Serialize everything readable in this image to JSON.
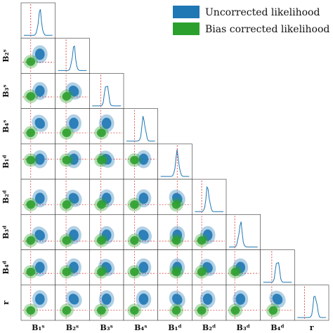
{
  "chart_data": {
    "type": "corner",
    "parameters": [
      {
        "key": "B1s",
        "label": "B₁ˢ"
      },
      {
        "key": "B2s",
        "label": "B₂ˢ"
      },
      {
        "key": "B3s",
        "label": "B₃ˢ"
      },
      {
        "key": "B4s",
        "label": "B₄ˢ"
      },
      {
        "key": "B1d",
        "label": "B₁ᵈ"
      },
      {
        "key": "B2d",
        "label": "B₂ᵈ"
      },
      {
        "key": "B3d",
        "label": "B₃ᵈ"
      },
      {
        "key": "B4d",
        "label": "B₄ᵈ"
      },
      {
        "key": "r",
        "label": "r"
      }
    ],
    "series": [
      {
        "name": "Uncorrected likelihood",
        "color": "#1f77b4",
        "means": [
          0.56,
          0.55,
          0.5,
          0.6,
          0.58,
          0.45,
          0.4,
          0.5,
          0.62
        ]
      },
      {
        "name": "Bias corrected likelihood",
        "color": "#2ca02c",
        "means": [
          0.24,
          0.3,
          0.32,
          0.28,
          0.55,
          0.24,
          0.22,
          0.35,
          0.24
        ]
      }
    ],
    "truth_color": "#d62728",
    "truth": [
      0.24,
      0.28,
      0.3,
      0.28,
      0.58,
      0.24,
      0.2,
      0.3,
      0.25
    ],
    "legend": {
      "position": "top-right"
    },
    "grid": false
  }
}
